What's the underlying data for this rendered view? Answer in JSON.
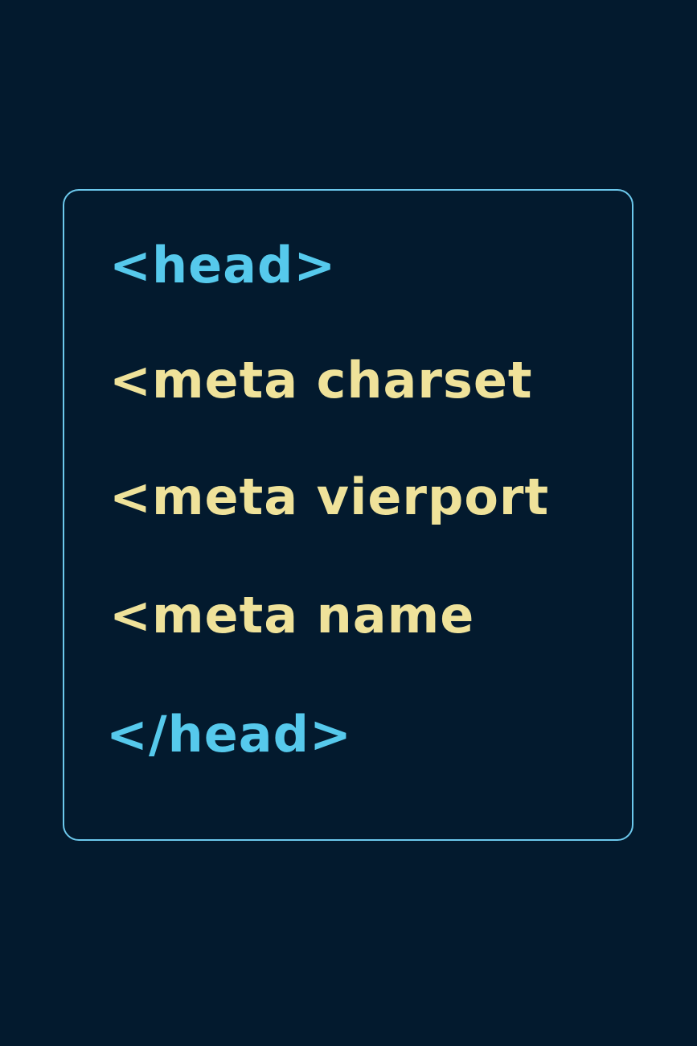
{
  "code_card": {
    "lines": [
      {
        "text": "<head>",
        "color": "#56c9ec"
      },
      {
        "text": "<meta charset",
        "color": "#efe29a"
      },
      {
        "text": "<meta vierport",
        "color": "#efe29a"
      },
      {
        "text": "<meta name",
        "color": "#efe29a"
      },
      {
        "text": "</head>",
        "color": "#56c9ec"
      }
    ],
    "border_color": "#6cc8ec",
    "background": "#031a2e"
  }
}
